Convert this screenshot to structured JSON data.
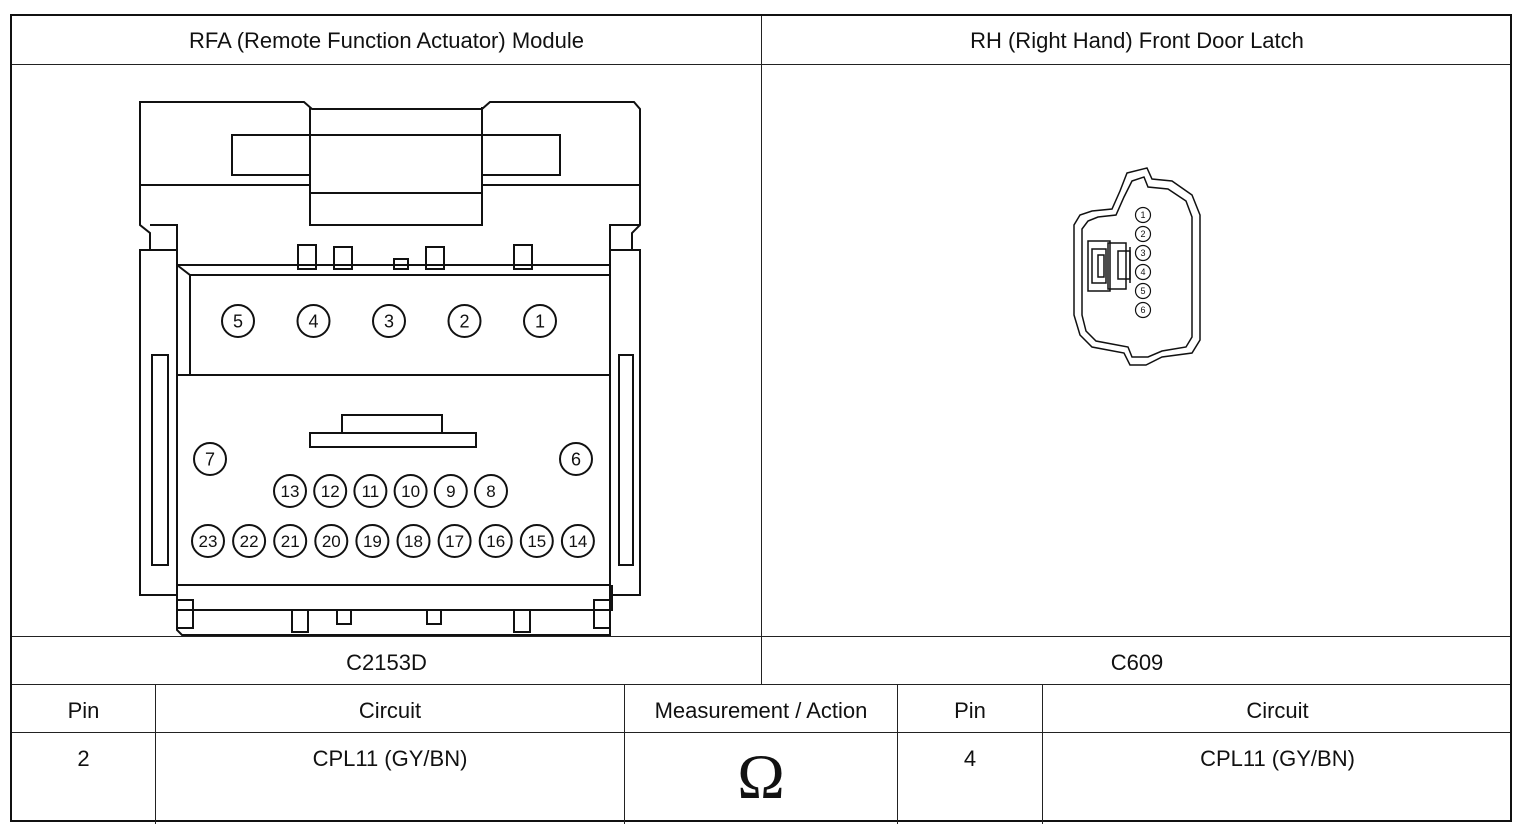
{
  "header": {
    "left_title": "RFA (Remote Function Actuator) Module",
    "right_title": "RH (Right Hand) Front Door Latch"
  },
  "connectors": {
    "left": {
      "id": "C2153D",
      "pins_top_row": [
        "5",
        "4",
        "3",
        "2",
        "1"
      ],
      "pins_side": [
        "7",
        "6"
      ],
      "pins_middle_row": [
        "13",
        "12",
        "11",
        "10",
        "9",
        "8"
      ],
      "pins_bottom_row": [
        "23",
        "22",
        "21",
        "20",
        "19",
        "18",
        "17",
        "16",
        "15",
        "14"
      ]
    },
    "right": {
      "id": "C609",
      "pins": [
        "1",
        "2",
        "3",
        "4",
        "5",
        "6"
      ]
    }
  },
  "table": {
    "headers": {
      "pin_left": "Pin",
      "circuit_left": "Circuit",
      "measurement": "Measurement / Action",
      "pin_right": "Pin",
      "circuit_right": "Circuit"
    },
    "row": {
      "pin_left": "2",
      "circuit_left": "CPL11 (GY/BN)",
      "measurement_symbol": "Ω",
      "pin_right": "4",
      "circuit_right": "CPL11 (GY/BN)"
    }
  }
}
